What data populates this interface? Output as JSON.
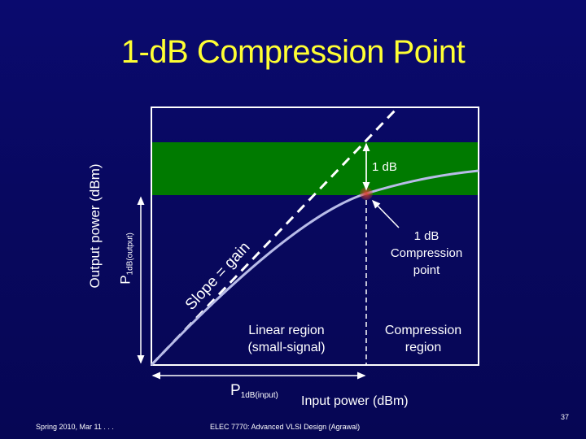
{
  "slide": {
    "title": "1-dB Compression Point",
    "footer": {
      "left": "Spring 2010, Mar 11 . . .",
      "center": "ELEC 7770: Advanced VLSI Design (Agrawal)",
      "page_number": "37"
    }
  },
  "diagram": {
    "y_axis_label": "Output power (dBm)",
    "x_axis_label": "Input power (dBm)",
    "p1db_output_main": "P",
    "p1db_output_sub": "1dB(output)",
    "p1db_input_main": "P",
    "p1db_input_sub": "1dB(input)",
    "slope_label": "Slope = gain",
    "one_db_label": "1 dB",
    "compression_point_label_line1": "1 dB",
    "compression_point_label_line2": "Compression",
    "compression_point_label_line3": "point",
    "linear_region_line1": "Linear region",
    "linear_region_line2": "(small-signal)",
    "compression_region_line1": "Compression",
    "compression_region_line2": "region",
    "colors": {
      "background": "#08085e",
      "title": "#ffff33",
      "band": "#007a00",
      "curve": "#b8bce8",
      "marker": "#c0392b",
      "lines": "#ffffff"
    }
  }
}
